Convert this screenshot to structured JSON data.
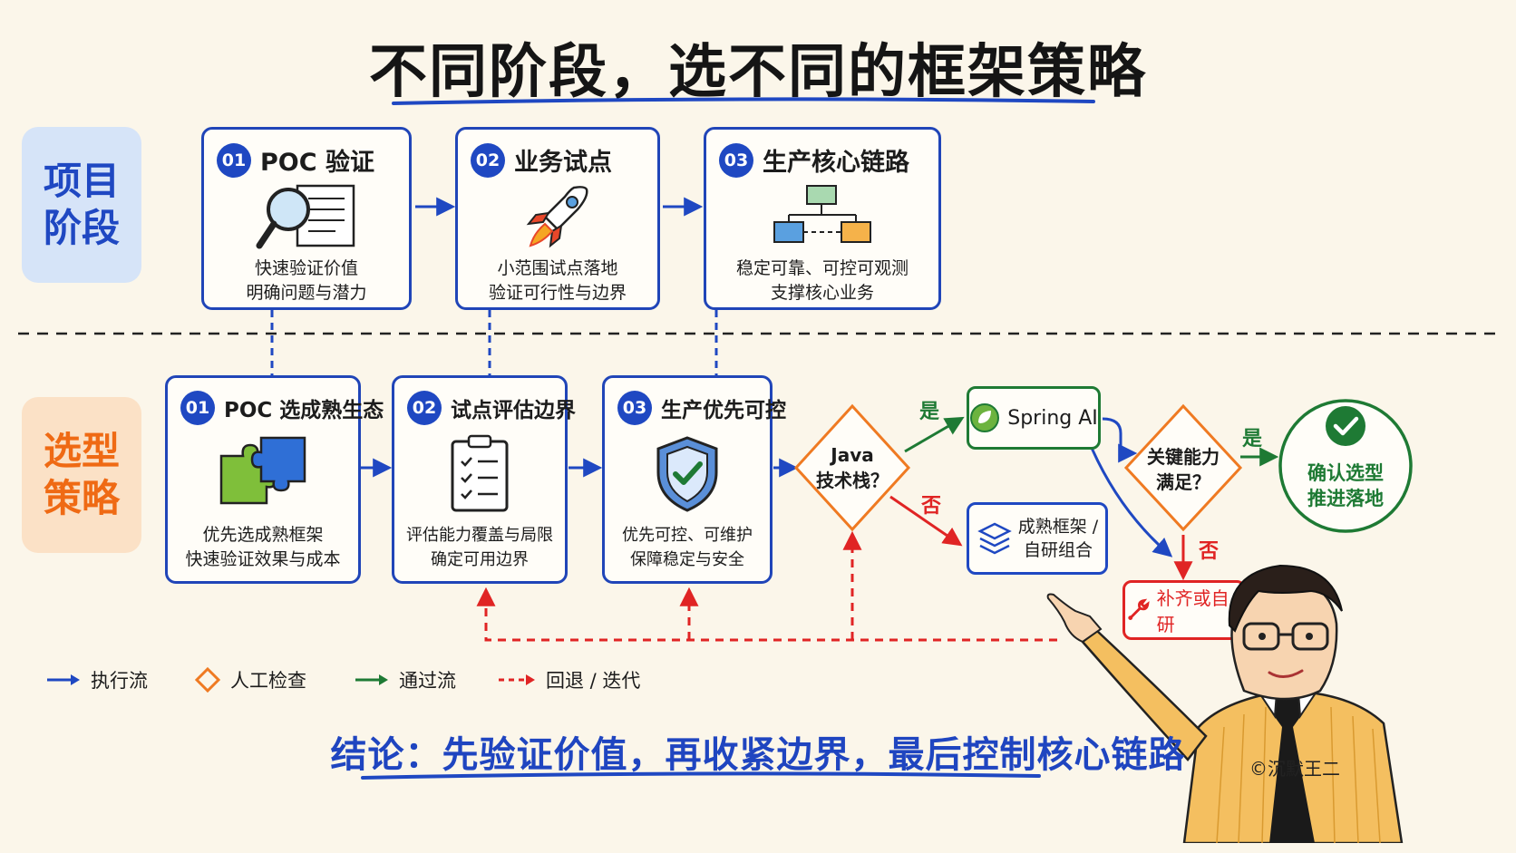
{
  "title": "不同阶段，选不同的框架策略",
  "row_labels": {
    "project": "项目\n阶段",
    "selection": "选型\n策略"
  },
  "stages": [
    {
      "num": "01",
      "title": "POC 验证",
      "icon": "magnifier-document-icon",
      "line1": "快速验证价值",
      "line2": "明确问题与潜力"
    },
    {
      "num": "02",
      "title": "业务试点",
      "icon": "rocket-icon",
      "line1": "小范围试点落地",
      "line2": "验证可行性与边界"
    },
    {
      "num": "03",
      "title": "生产核心链路",
      "icon": "flowchart-icon",
      "line1": "稳定可靠、可控可观测",
      "line2": "支撑核心业务"
    }
  ],
  "strategies": [
    {
      "num": "01",
      "title": "POC 选成熟生态",
      "icon": "puzzle-icon",
      "line1": "优先选成熟框架",
      "line2": "快速验证效果与成本"
    },
    {
      "num": "02",
      "title": "试点评估边界",
      "icon": "clipboard-checklist-icon",
      "line1": "评估能力覆盖与局限",
      "line2": "确定可用边界"
    },
    {
      "num": "03",
      "title": "生产优先可控",
      "icon": "shield-check-icon",
      "line1": "优先可控、可维护",
      "line2": "保障稳定与安全"
    }
  ],
  "decision_java": "Java\n技术栈？",
  "decision_capability": "关键能力\n满足？",
  "yes_label": "是",
  "no_label": "否",
  "spring_ai": "Spring AI",
  "mature_combo": "成熟框架 /\n自研组合",
  "supplement": "补齐或自研",
  "confirm": "确认选型\n推进落地",
  "legend": [
    {
      "label": "执行流",
      "color": "#1f48c2"
    },
    {
      "label": "人工检查",
      "color": "#ef7a22"
    },
    {
      "label": "通过流",
      "color": "#1e7a34"
    },
    {
      "label": "回退 / 迭代",
      "color": "#e02424"
    }
  ],
  "conclusion": "结论：先验证价值，再收紧边界，最后控制核心链路",
  "credit": "©沉默王二",
  "colors": {
    "blue": "#1f48c2",
    "green": "#1e7a34",
    "orange": "#ef7a22",
    "red": "#e02424"
  }
}
